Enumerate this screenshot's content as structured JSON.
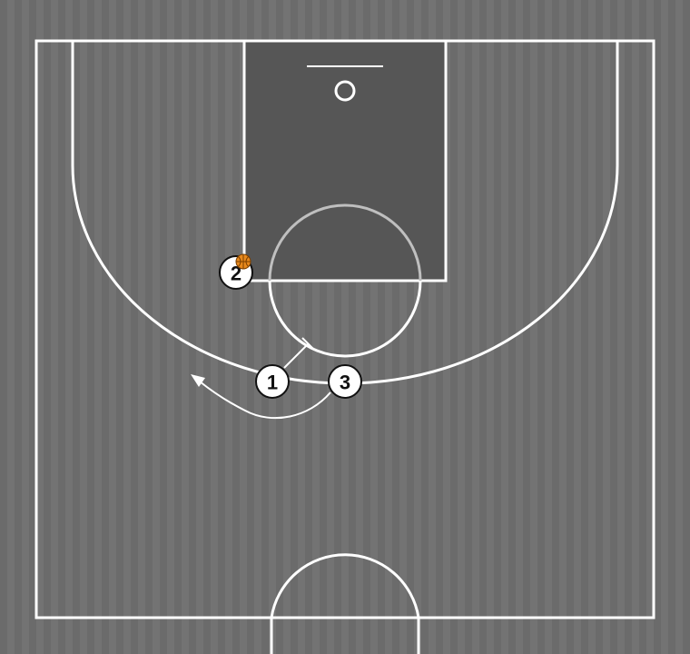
{
  "colors": {
    "floor": "#6e6e6e",
    "floor_stripe": "#727272",
    "paint": "#565656",
    "lines": "#ffffff",
    "ball": "#e8891c",
    "player_fill": "#ffffff",
    "player_text": "#111111",
    "movement_line": "#ffffff"
  },
  "players": [
    {
      "id": "player-1",
      "label": "1"
    },
    {
      "id": "player-2",
      "label": "2",
      "has_ball": true
    },
    {
      "id": "player-3",
      "label": "3"
    }
  ],
  "icons": {
    "ball": "basketball-icon",
    "arrow": "arrow-head-icon"
  }
}
